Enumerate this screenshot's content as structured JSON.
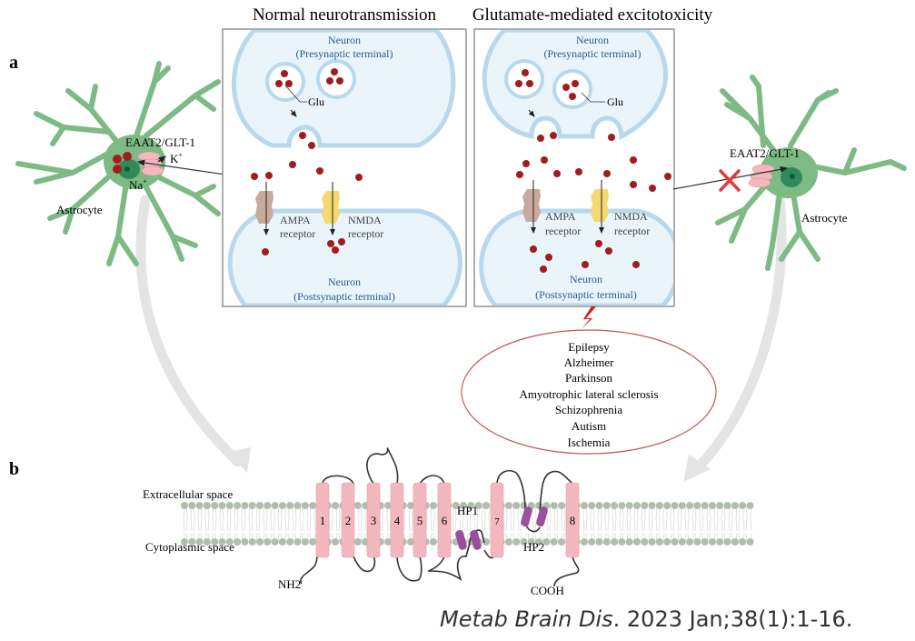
{
  "panel_labels": {
    "a": "a",
    "b": "b"
  },
  "panel_a": {
    "normal": {
      "title": "Normal neurotransmission",
      "presynaptic_label_1": "Neuron",
      "presynaptic_label_2": "(Presynaptic terminal)",
      "postsynaptic_label_1": "Neuron",
      "postsynaptic_label_2": "(Postsynaptic terminal)",
      "glu_label": "Glu",
      "ampa_label_1": "AMPA",
      "ampa_label_2": "receptor",
      "nmda_label_1": "NMDA",
      "nmda_label_2": "receptor"
    },
    "excitotoxicity": {
      "title": "Glutamate-mediated excitotoxicity",
      "presynaptic_label_1": "Neuron",
      "presynaptic_label_2": "(Presynaptic terminal)",
      "postsynaptic_label_1": "Neuron",
      "postsynaptic_label_2": "(Postsynaptic terminal)",
      "glu_label": "Glu",
      "ampa_label_1": "AMPA",
      "ampa_label_2": "receptor",
      "nmda_label_1": "NMDA",
      "nmda_label_2": "receptor"
    },
    "left_astrocyte": {
      "label": "Astrocyte",
      "transporter_label": "EAAT2/GLT-1",
      "k_ion": "K",
      "k_sup": "+",
      "na_ion": "Na",
      "na_sup": "+"
    },
    "right_astrocyte": {
      "label": "Astrocyte",
      "transporter_label": "EAAT2/GLT-1",
      "blocked_icon": "x-mark"
    },
    "diseases": [
      "Epilepsy",
      "Alzheimer",
      "Parkinson",
      "Amyotrophic lateral sclerosis",
      "Schizophrenia",
      "Autism",
      "Ischemia"
    ]
  },
  "panel_b": {
    "extracellular_label": "Extracellular space",
    "cytoplasmic_label": "Cytoplasmic space",
    "helices": [
      "1",
      "2",
      "3",
      "4",
      "5",
      "6",
      "7",
      "8"
    ],
    "hairpin_1": "HP1",
    "hairpin_2": "HP2",
    "n_terminus": "NH2",
    "c_terminus": "COOH"
  },
  "citation": {
    "journal": "Metab Brain Dis",
    "details": ". 2023 Jan;38(1):1-16."
  },
  "colors": {
    "astrocyte": "#7dba84",
    "glutamate": "#a11d1d",
    "membrane": "#b9d8ec",
    "cell_fill": "#eaf4fb",
    "neuron_text": "#2b5d8a",
    "transporter": "#f3b8bd",
    "ampa": "#c9a99b",
    "nmda": "#f5d870",
    "hairpin": "#9b4f9a",
    "disease_ellipse": "#c0575a",
    "lipid": "#b3bdae",
    "block_x": "#e23b3b"
  }
}
